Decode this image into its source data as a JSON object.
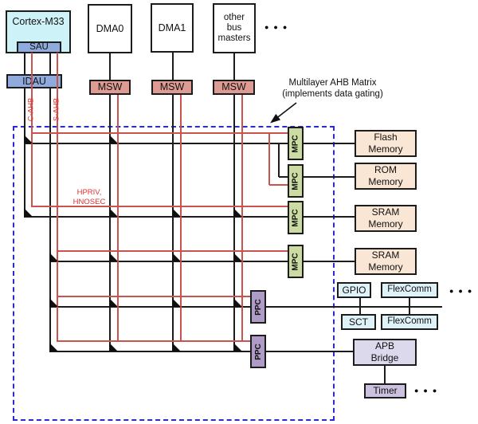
{
  "colors": {
    "cortex_fill": "#CDF2F7",
    "sau_idau_fill": "#8FAADC",
    "msw_fill": "#DE9B94",
    "mpc_fill": "#CBDBA2",
    "ppc_fill": "#AE9BC6",
    "memory_fill": "#FAE6D4",
    "peripheral_fill": "#DEF2F7",
    "apb_fill": "#DDD9EC",
    "timer_fill": "#CCC2DF",
    "secure_line": "#C9544E",
    "red_text": "#E03030",
    "matrix_border": "#2A2ACD",
    "bus_line": "#1c1c1c"
  },
  "masters": {
    "cortex": "Cortex-M33",
    "sau": "SAU",
    "idau": "IDAU",
    "c_ahb": "C-AHB",
    "s_ahb": "S-AHB",
    "dma0": "DMA0",
    "dma1": "DMA1",
    "other": [
      "other",
      "bus",
      "masters"
    ],
    "msw": "MSW"
  },
  "matrix": {
    "title": [
      "Multilayer AHB Matrix",
      "(implements data gating)"
    ],
    "hpriv": [
      "HPRIV,",
      "HNOSEC"
    ],
    "mpc": "MPC",
    "ppc": "PPC"
  },
  "slaves": {
    "flash": [
      "Flash",
      "Memory"
    ],
    "rom": [
      "ROM",
      "Memory"
    ],
    "sram1": [
      "SRAM",
      "Memory"
    ],
    "sram2": [
      "SRAM",
      "Memory"
    ],
    "gpio": "GPIO",
    "flexcomm1": "FlexComm",
    "sct": "SCT",
    "flexcomm2": "FlexComm",
    "apb": [
      "APB",
      "Bridge"
    ],
    "timer": "Timer"
  },
  "ellipsis": "●●●"
}
